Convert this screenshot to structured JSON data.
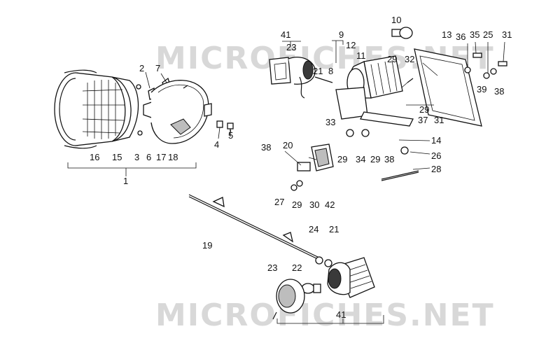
{
  "watermark": {
    "text": "MICROFICHES.NET",
    "color": "#d8d8d8"
  },
  "callouts": {
    "c1": "1",
    "c2": "2",
    "c3": "3",
    "c4": "4",
    "c5": "5",
    "c6": "6",
    "c7": "7",
    "c8": "8",
    "c9": "9",
    "c10": "10",
    "c11": "11",
    "c12": "12",
    "c13": "13",
    "c14": "14",
    "c15": "15",
    "c16": "16",
    "c17": "17",
    "c18": "18",
    "c19": "19",
    "c20": "20",
    "c21a": "21",
    "c21b": "21",
    "c22": "22",
    "c23a": "23",
    "c23b": "23",
    "c24": "24",
    "c25": "25",
    "c26": "26",
    "c27": "27",
    "c28": "28",
    "c29a": "29",
    "c29b": "29",
    "c29c": "29",
    "c29d": "29",
    "c29e": "29",
    "c30": "30",
    "c31a": "31",
    "c31b": "31",
    "c32": "32",
    "c33": "33",
    "c34": "34",
    "c35": "35",
    "c36": "36",
    "c37": "37",
    "c38a": "38",
    "c38b": "38",
    "c38c": "38",
    "c39": "39",
    "c41a": "41",
    "c41b": "41",
    "c42": "42"
  }
}
